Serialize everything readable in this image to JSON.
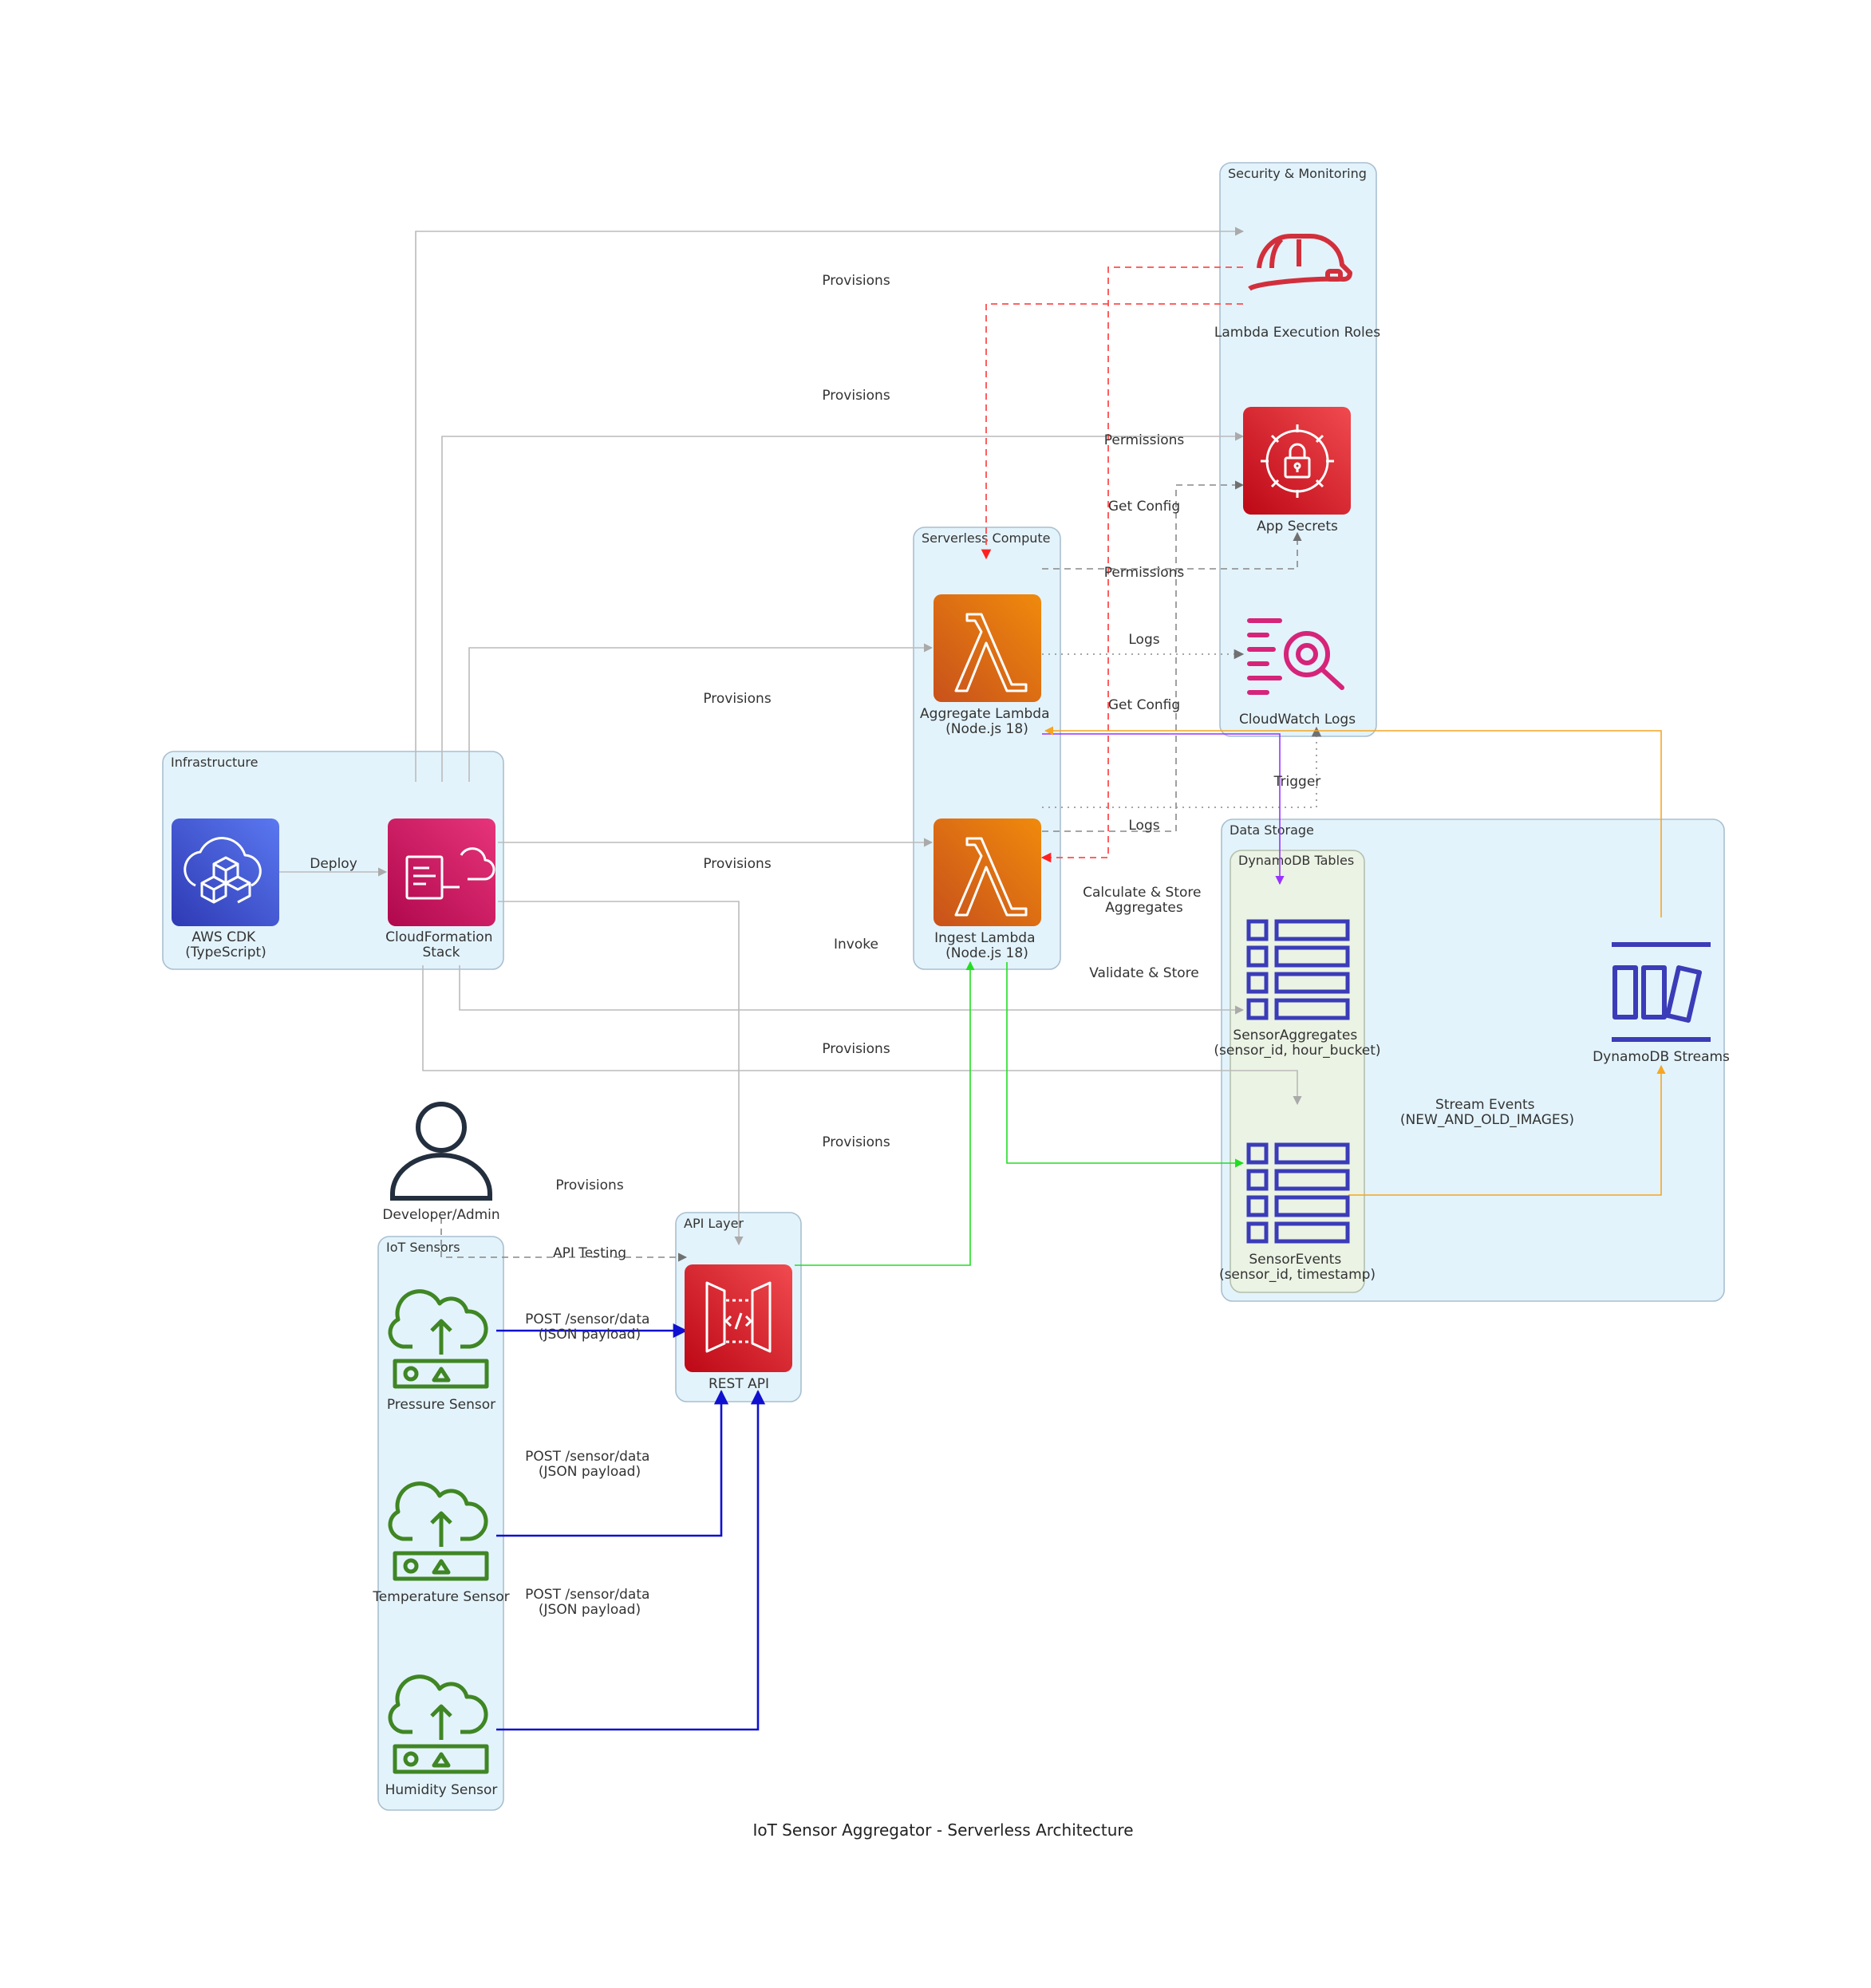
{
  "title": "IoT Sensor Aggregator - Serverless Architecture",
  "groups": {
    "infrastructure": "Infrastructure",
    "iot_sensors": "IoT Sensors",
    "api_layer": "API Layer",
    "serverless_compute": "Serverless Compute",
    "security_monitoring": "Security & Monitoring",
    "data_storage": "Data Storage",
    "dynamodb_tables": "DynamoDB Tables"
  },
  "nodes": {
    "aws_cdk": [
      "AWS CDK",
      "(TypeScript)"
    ],
    "cloudformation": [
      "CloudFormation",
      "Stack"
    ],
    "developer": [
      "Developer/Admin"
    ],
    "pressure_sensor": [
      "Pressure Sensor"
    ],
    "temperature_sensor": [
      "Temperature Sensor"
    ],
    "humidity_sensor": [
      "Humidity Sensor"
    ],
    "rest_api": [
      "REST API"
    ],
    "aggregate_lambda": [
      "Aggregate Lambda",
      "(Node.js 18)"
    ],
    "ingest_lambda": [
      "Ingest Lambda",
      "(Node.js 18)"
    ],
    "lambda_roles": [
      "Lambda Execution Roles"
    ],
    "app_secrets": [
      "App Secrets"
    ],
    "cloudwatch_logs": [
      "CloudWatch Logs"
    ],
    "sensor_aggregates": [
      "SensorAggregates",
      "(sensor_id, hour_bucket)"
    ],
    "sensor_events": [
      "SensorEvents",
      "(sensor_id, timestamp)"
    ],
    "dynamodb_streams": [
      "DynamoDB Streams"
    ]
  },
  "edges": {
    "deploy": [
      "Deploy"
    ],
    "provisions_roles": [
      "Provisions"
    ],
    "provisions_secrets": [
      "Provisions"
    ],
    "provisions_aggregate": [
      "Provisions"
    ],
    "provisions_ingest": [
      "Provisions"
    ],
    "provisions_aggregates_table": [
      "Provisions"
    ],
    "provisions_events_table": [
      "Provisions"
    ],
    "provisions_api": [
      "Provisions"
    ],
    "permissions_1": [
      "Permissions"
    ],
    "permissions_2": [
      "Permissions"
    ],
    "get_config_1": [
      "Get Config"
    ],
    "get_config_2": [
      "Get Config"
    ],
    "logs_1": [
      "Logs"
    ],
    "logs_2": [
      "Logs"
    ],
    "trigger": [
      "Trigger"
    ],
    "calc_store": [
      "Calculate & Store",
      "Aggregates"
    ],
    "validate_store": [
      "Validate & Store"
    ],
    "invoke": [
      "Invoke"
    ],
    "stream_events": [
      "Stream Events",
      "(NEW_AND_OLD_IMAGES)"
    ],
    "api_testing": [
      "API Testing"
    ],
    "post_pressure": [
      "POST /sensor/data",
      "(JSON payload)"
    ],
    "post_temperature": [
      "POST /sensor/data",
      "(JSON payload)"
    ],
    "post_humidity": [
      "POST /sensor/data",
      "(JSON payload)"
    ]
  },
  "colors": {
    "group_fill": "#e3f3fb",
    "provision_edge": "#bbbbbb",
    "permission_edge": "#ff4d4d",
    "config_edge": "#888888",
    "sensor_edge": "#1010d0",
    "invoke_edge": "#22dd22",
    "trigger_edge": "#9933ff",
    "stream_edge": "#f5a623",
    "lambda_orange": "#e8730c",
    "cdk_blue": "#4053d6",
    "cfn_pink": "#d6246e",
    "api_red": "#d92b3a",
    "iot_green": "#3f8624",
    "dynamo_blue": "#3b3cb8",
    "cloudwatch_pink": "#d6247a",
    "iam_red": "#d22f3c",
    "user_dark": "#232f3e"
  }
}
